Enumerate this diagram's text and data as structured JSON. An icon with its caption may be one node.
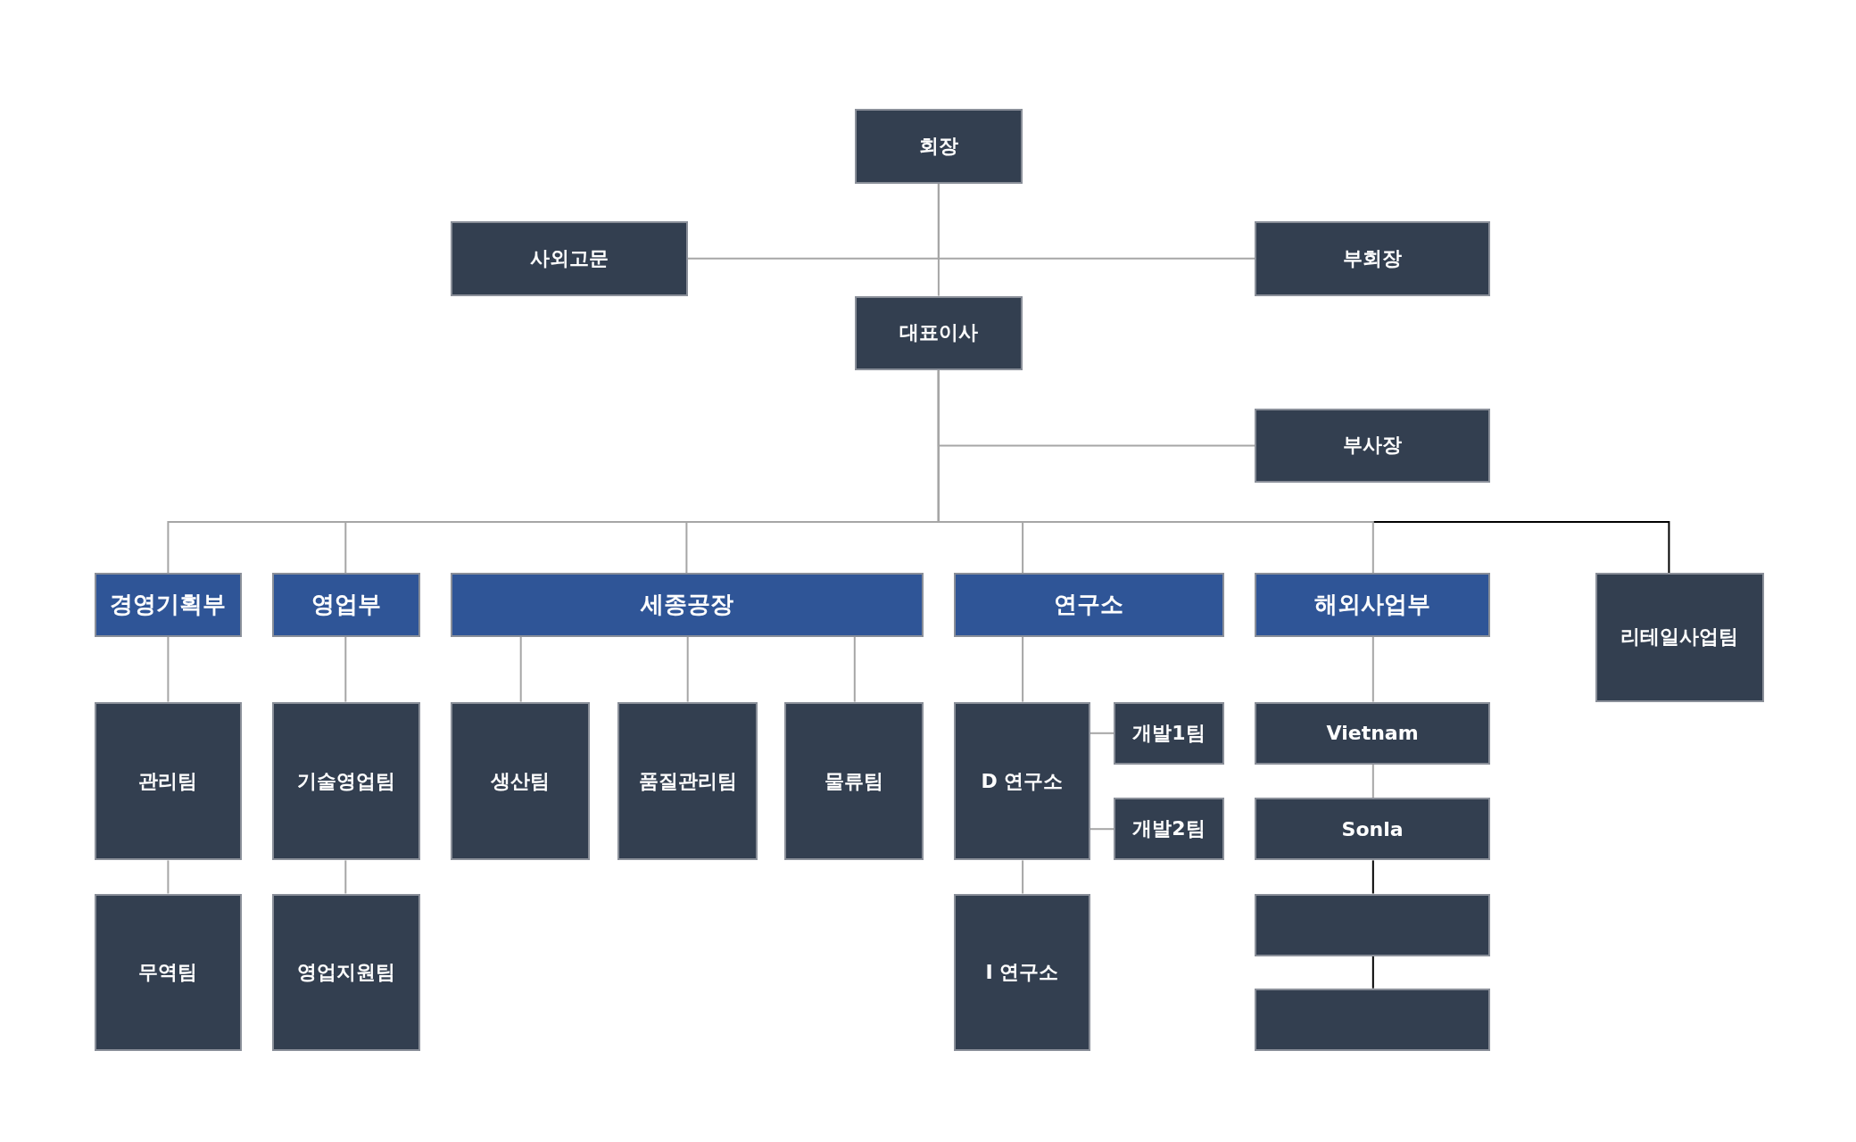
{
  "diagram": {
    "nodes": [
      {
        "text": [
          "회장"
        ]
      },
      {
        "text": [
          "사외고문"
        ]
      },
      {
        "text": [
          "부회장"
        ]
      },
      {
        "text": [
          "대표이사"
        ]
      },
      {
        "text": [
          "부사장"
        ]
      },
      {
        "text": [
          "경영기획부"
        ]
      },
      {
        "text": [
          "영업부"
        ]
      },
      {
        "text": [
          "세종공장"
        ]
      },
      {
        "text": [
          "연구소"
        ]
      },
      {
        "text": [
          "해외사업부"
        ]
      },
      {
        "text": [
          "리테일사업팀"
        ]
      },
      {
        "text": [
          "관리팀"
        ]
      },
      {
        "text": [
          "기술영업팀"
        ]
      },
      {
        "text": [
          "생산팀"
        ]
      },
      {
        "text": [
          "품질관리팀"
        ]
      },
      {
        "text": [
          "물류팀"
        ]
      },
      {
        "text": [
          "D 연구소"
        ]
      },
      {
        "text": [
          "개발1팀"
        ]
      },
      {
        "text": [
          "개발2팀"
        ]
      },
      {
        "text": [
          "Vietnam"
        ]
      },
      {
        "text": [
          "Sonla"
        ]
      },
      {
        "text": [],
        "shape": "box"
      },
      {
        "text": [],
        "shape": "box"
      },
      {
        "text": [
          "무역팀"
        ]
      },
      {
        "text": [
          "영업지원팀"
        ]
      },
      {
        "text": [
          "I 연구소"
        ]
      }
    ],
    "edges": [
      {
        "from": 0,
        "to": 1,
        "arrow": "none"
      },
      {
        "from": 0,
        "to": 2,
        "arrow": "none"
      },
      {
        "from": 0,
        "to": 3,
        "arrow": "none"
      },
      {
        "from": 3,
        "to": 4,
        "arrow": "none"
      },
      {
        "from": 3,
        "to": 5,
        "arrow": "none"
      },
      {
        "from": 3,
        "to": 6,
        "arrow": "none"
      },
      {
        "from": 3,
        "to": 7,
        "arrow": "none"
      },
      {
        "from": 3,
        "to": 8,
        "arrow": "none"
      },
      {
        "from": 3,
        "to": 9,
        "arrow": "none"
      },
      {
        "from": 3,
        "to": 10,
        "arrow": "none",
        "color": "#000000"
      },
      {
        "from": 5,
        "to": 11,
        "arrow": "none"
      },
      {
        "from": 11,
        "to": 23,
        "arrow": "none"
      },
      {
        "from": 6,
        "to": 12,
        "arrow": "none"
      },
      {
        "from": 12,
        "to": 24,
        "arrow": "none"
      },
      {
        "from": 7,
        "to": 13,
        "arrow": "none"
      },
      {
        "from": 7,
        "to": 14,
        "arrow": "none"
      },
      {
        "from": 7,
        "to": 15,
        "arrow": "none"
      },
      {
        "from": 8,
        "to": 16,
        "arrow": "none"
      },
      {
        "from": 16,
        "to": 17,
        "arrow": "none"
      },
      {
        "from": 16,
        "to": 18,
        "arrow": "none"
      },
      {
        "from": 16,
        "to": 25,
        "arrow": "none"
      },
      {
        "from": 9,
        "to": 19,
        "arrow": "none"
      },
      {
        "from": 19,
        "to": 20,
        "arrow": "none"
      },
      {
        "from": 20,
        "to": 21,
        "arrow": "none",
        "color": "#000000"
      },
      {
        "from": 21,
        "to": 22,
        "arrow": "none",
        "color": "#000000"
      }
    ]
  }
}
